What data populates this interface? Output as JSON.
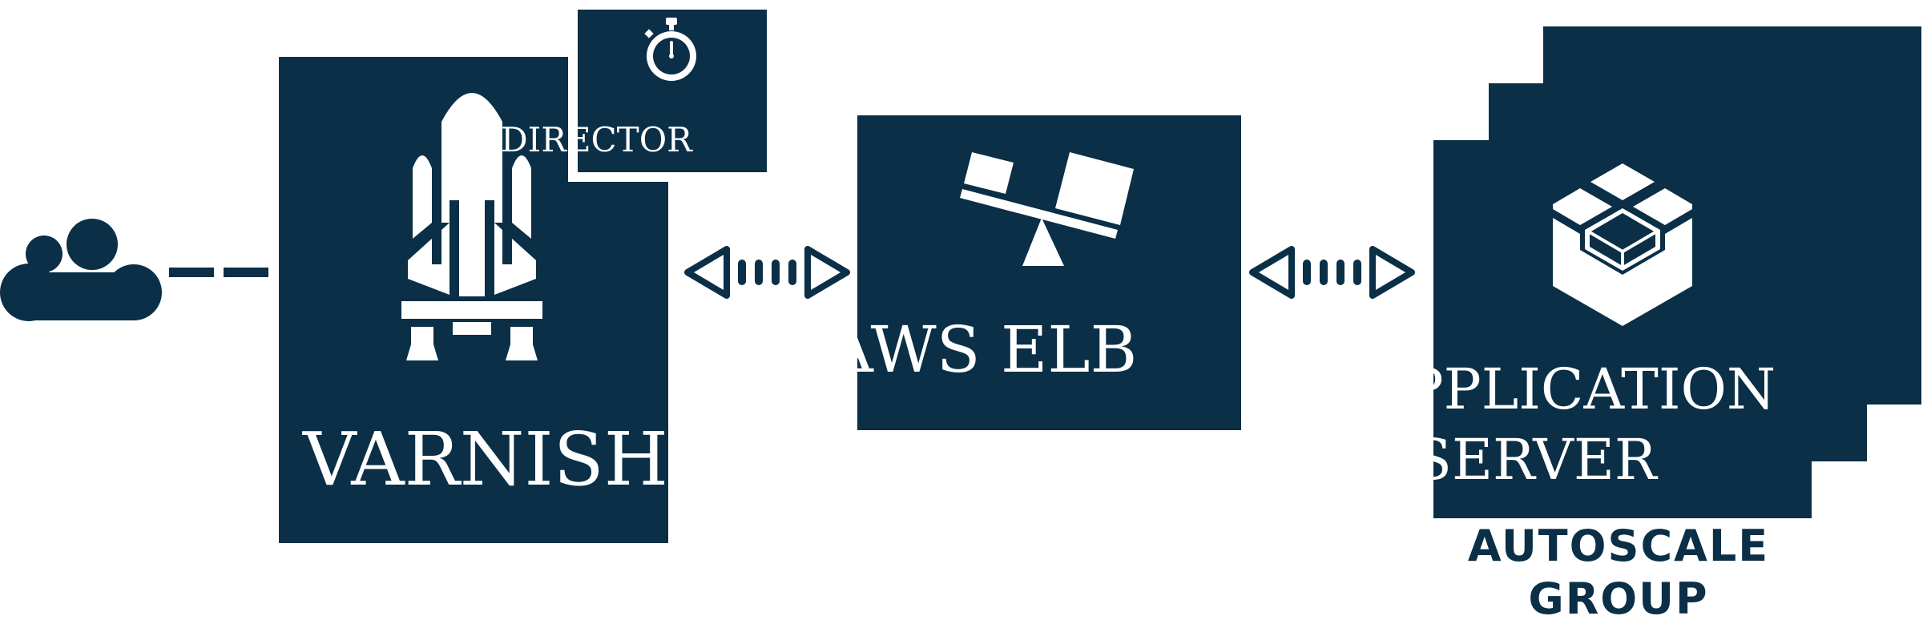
{
  "colors": {
    "primary": "#0a2f47",
    "background": "#ffffff",
    "text_on_primary": "#ffffff"
  },
  "nodes": {
    "client": {
      "icon": "cloud-icon"
    },
    "varnish": {
      "label": "VARNISH",
      "icon": "space-shuttle-icon"
    },
    "director": {
      "label": "DIRECTOR",
      "icon": "stopwatch-icon"
    },
    "elb": {
      "label": "AWS ELB",
      "icon": "balance-scale-icon"
    },
    "app_server": {
      "label_line1": "APPLICATION",
      "label_line2": "SERVER",
      "icon": "cube-icon"
    }
  },
  "group": {
    "label_line1": "AUTOSCALE",
    "label_line2": "GROUP"
  },
  "edges": [
    {
      "from": "client",
      "to": "varnish",
      "style": "dashed"
    },
    {
      "from": "varnish",
      "to": "elb",
      "style": "dotted-bidirectional"
    },
    {
      "from": "elb",
      "to": "app_server",
      "style": "dotted-bidirectional"
    }
  ]
}
